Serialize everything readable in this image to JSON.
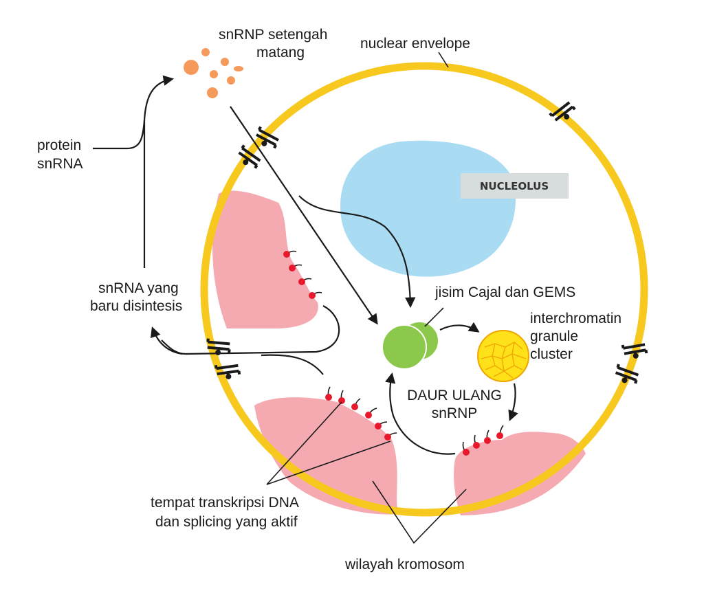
{
  "labels": {
    "immature_snrnp": [
      "snRNP setengah",
      "matang"
    ],
    "nuclear_envelope": "nuclear envelope",
    "protein_snrna": [
      "protein",
      "snRNA"
    ],
    "nucleolus": "NUCLEOLUS",
    "new_snrna": [
      "snRNA yang",
      "baru disintesis"
    ],
    "cajal": "jisim Cajal dan GEMS",
    "igc": [
      "interchromatin",
      "granule",
      "cluster"
    ],
    "recycling": [
      "DAUR ULANG",
      "snRNP"
    ],
    "transcription_sites": [
      "tempat transkripsi DNA",
      "dan splicing yang aktif"
    ],
    "chromosome_territory": "wilayah kromosom"
  },
  "colors": {
    "envelope": "#f7c81e",
    "envelope_edge": "#e0a800",
    "nucleolus": "#a9dcf2",
    "chromosome": "#f4aab0",
    "cajal": "#8cc84b",
    "igc": "#ffe11a",
    "igc_edge": "#f0a400",
    "transcript_dot": "#e8192c",
    "snrnp_particles": "#f59a5a"
  },
  "icons": {
    "nuclear_pore": "nuclear-pore-icon",
    "snrnp_particle": "snrnp-particle-icon"
  }
}
